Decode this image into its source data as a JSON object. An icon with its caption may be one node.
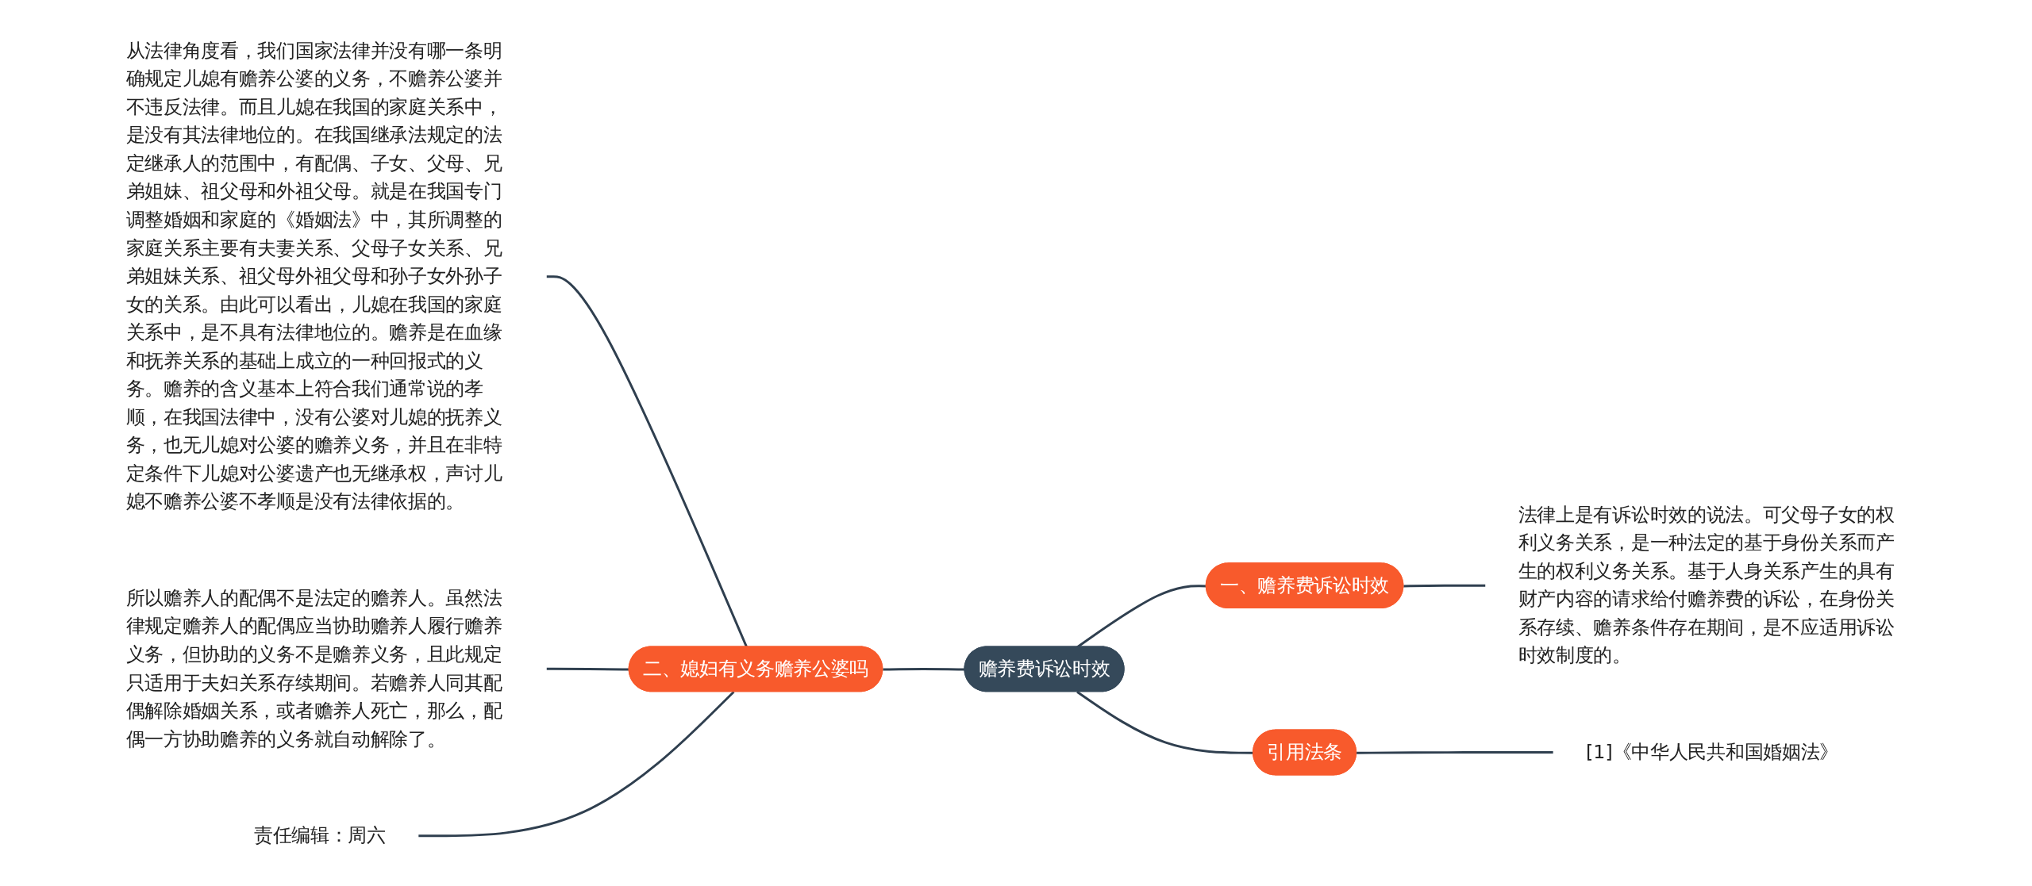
{
  "diagram": {
    "nodes": [
      {
        "text": [
          "赡养费诉讼时效"
        ]
      },
      {
        "text": [
          "一、赡养费诉讼时效"
        ]
      },
      {
        "text": [
          "法律上是有诉讼时效的说法。可父母子女的权利义务关系，是一种法定的基于身份关系而产生的权利义务关系。基于人身关系产生的具有财产内容的请求给付赡养费的诉讼，在身份关系存续、赡养条件存在期间，是不应适用诉讼时效制度的。"
        ]
      },
      {
        "text": [
          "引用法条"
        ]
      },
      {
        "text": [
          "[1]《中华人民共和国婚姻法》"
        ]
      },
      {
        "text": [
          "二、媳妇有义务赡养公婆吗"
        ]
      },
      {
        "text": [
          "从法律角度看，我们国家法律并没有哪一条明确规定儿媳有赡养公婆的义务，不赡养公婆并不违反法律。而且儿媳在我国的家庭关系中，是没有其法律地位的。在我国继承法规定的法定继承人的范围中，有配偶、子女、父母、兄弟姐妹、祖父母和外祖父母。就是在我国专门调整婚姻和家庭的《婚姻法》中，其所调整的家庭关系主要有夫妻关系、父母子女关系、兄弟姐妹关系、祖父母外祖父母和孙子女外孙子女的关系。由此可以看出，儿媳在我国的家庭关系中，是不具有法律地位的。赡养是在血缘和抚养关系的基础上成立的一种回报式的义务。赡养的含义基本上符合我们通常说的孝顺，在我国法律中，没有公婆对儿媳的抚养义务，也无儿媳对公婆的赡养义务，并且在非特定条件下儿媳对公婆遗产也无继承权，声讨儿媳不赡养公婆不孝顺是没有法律依据的。"
        ]
      },
      {
        "text": [
          "所以赡养人的配偶不是法定的赡养人。虽然法律规定赡养人的配偶应当协助赡养人履行赡养义务，但协助的义务不是赡养义务，且此规定只适用于夫妇关系存续期间。若赡养人同其配偶解除婚姻关系，或者赡养人死亡，那么，配偶一方协助赡养的义务就自动解除了。"
        ]
      },
      {
        "text": [
          "责任编辑：周六"
        ]
      }
    ],
    "edges": [
      {
        "from": 0,
        "to": 1,
        "arrow": "none"
      },
      {
        "from": 1,
        "to": 2,
        "arrow": "none"
      },
      {
        "from": 0,
        "to": 3,
        "arrow": "none"
      },
      {
        "from": 3,
        "to": 4,
        "arrow": "none"
      },
      {
        "from": 5,
        "to": 0,
        "arrow": "none"
      },
      {
        "from": 6,
        "to": 5,
        "arrow": "none"
      },
      {
        "from": 7,
        "to": 5,
        "arrow": "none"
      },
      {
        "from": 8,
        "to": 5,
        "arrow": "none"
      }
    ]
  }
}
